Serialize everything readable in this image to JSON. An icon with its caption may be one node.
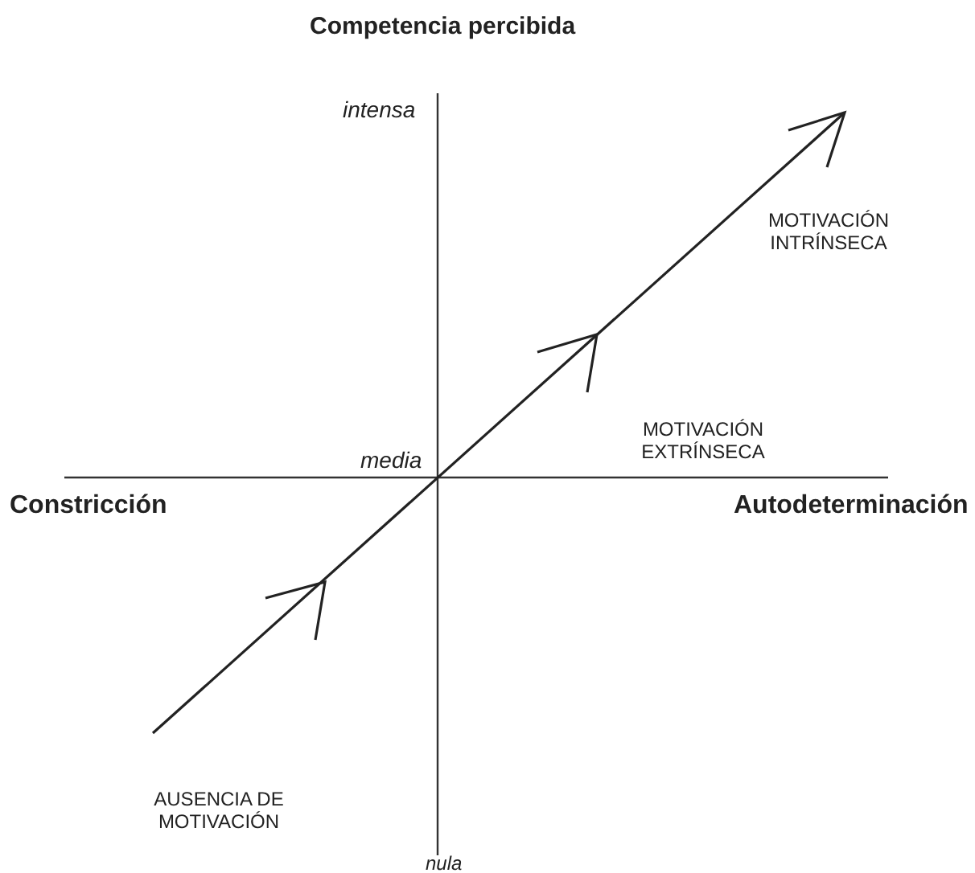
{
  "diagram": {
    "labels": [
      "Competencia percibida",
      "intensa",
      "MOTIVACIÓN INTRÍNSECA",
      "MOTIVACIÓN EXTRÍNSECA",
      "media",
      "Constricción",
      "Autodeterminación",
      "AUSENCIA DE MOTIVACIÓN",
      "nula"
    ]
  }
}
